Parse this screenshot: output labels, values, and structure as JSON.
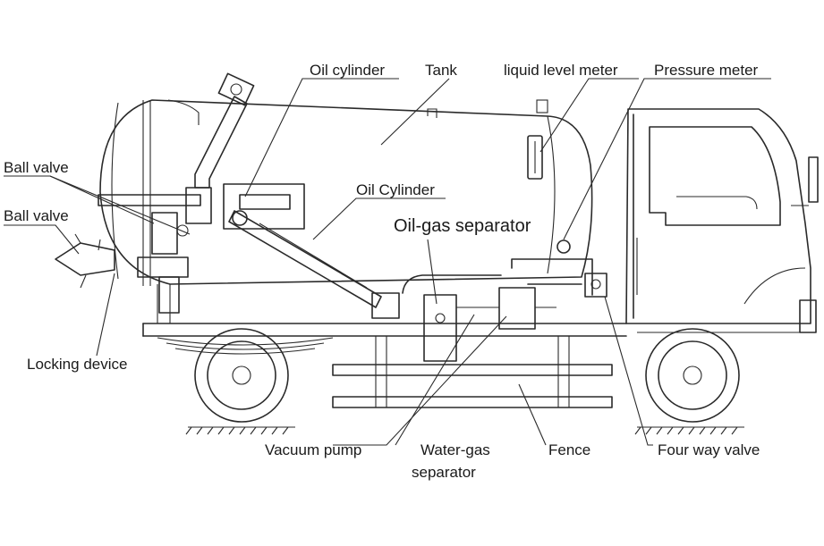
{
  "labels": {
    "oil_cylinder_top": "Oil cylinder",
    "tank": "Tank",
    "liquid_level_meter": "liquid level meter",
    "pressure_meter": "Pressure meter",
    "ball_valve_1": "Ball valve",
    "ball_valve_2": "Ball valve",
    "oil_cylinder_mid": "Oil Cylinder",
    "oil_gas_separator": "Oil-gas separator",
    "locking_device": "Locking device",
    "vacuum_pump": "Vacuum pump",
    "water_gas_separator_line1": "Water-gas",
    "water_gas_separator_line2": "separator",
    "fence": "Fence",
    "four_way_valve": "Four way valve"
  }
}
